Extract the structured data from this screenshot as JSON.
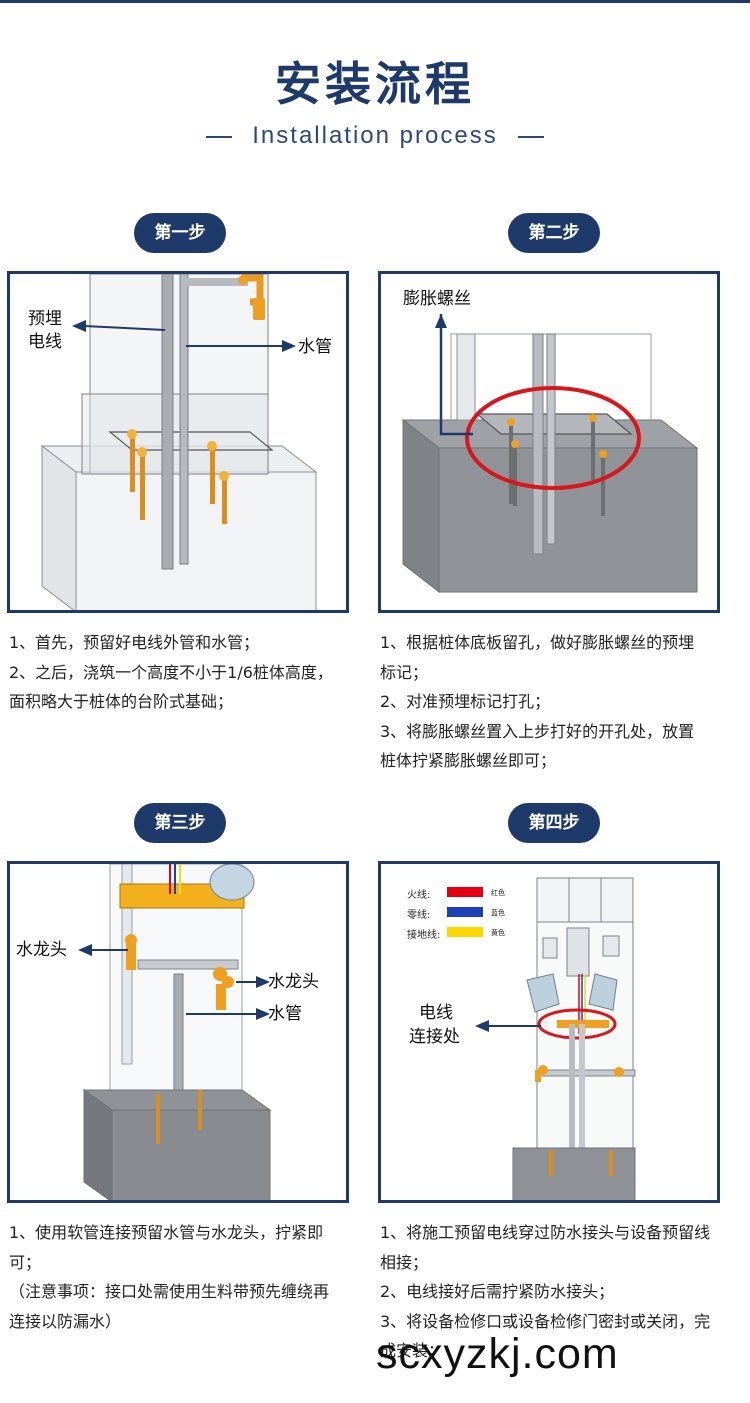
{
  "header": {
    "title": "安装流程",
    "subtitle": "Installation process"
  },
  "steps": [
    {
      "label": "第一步",
      "callouts": [
        "预埋",
        "电线",
        "水管"
      ],
      "lines": [
        "1、首先，预留好电线外管和水管；",
        "2、之后，浇筑一个高度不小于1/6桩体高度，",
        "面积略大于桩体的台阶式基础；"
      ]
    },
    {
      "label": "第二步",
      "callouts": [
        "膨胀螺丝"
      ],
      "lines": [
        "1、根据桩体底板留孔，做好膨胀螺丝的预埋",
        "标记；",
        "2、对准预埋标记打孔；",
        "3、将膨胀螺丝置入上步打好的开孔处，放置",
        "桩体拧紧膨胀螺丝即可；"
      ]
    },
    {
      "label": "第三步",
      "callouts": [
        "水龙头",
        "水龙头",
        "水管"
      ],
      "lines": [
        "1、使用软管连接预留水管与水龙头，拧紧即",
        "可；",
        "（注意事项：接口处需使用生料带预先缠绕再",
        "连接以防漏水）"
      ]
    },
    {
      "label": "第四步",
      "callouts": [
        "电线",
        "连接处"
      ],
      "legend": [
        {
          "name": "火线:",
          "color": "#e60012",
          "note": "红色"
        },
        {
          "name": "零线:",
          "color": "#1a3fb8",
          "note": "蓝色"
        },
        {
          "name": "接地线:",
          "color": "#ffd700",
          "note": "黄色"
        }
      ],
      "lines": [
        "1、将施工预留电线穿过防水接头与设备预留线",
        "相接；",
        "2、电线接好后需拧紧防水接头；",
        "3、将设备检修口或设备检修门密封或关闭，完",
        "成安装；"
      ]
    }
  ],
  "watermark": "scxyzkj.com",
  "colors": {
    "navy": "#1e3a6b",
    "fitting": "#f0a020",
    "highlight": "#d9161b"
  }
}
